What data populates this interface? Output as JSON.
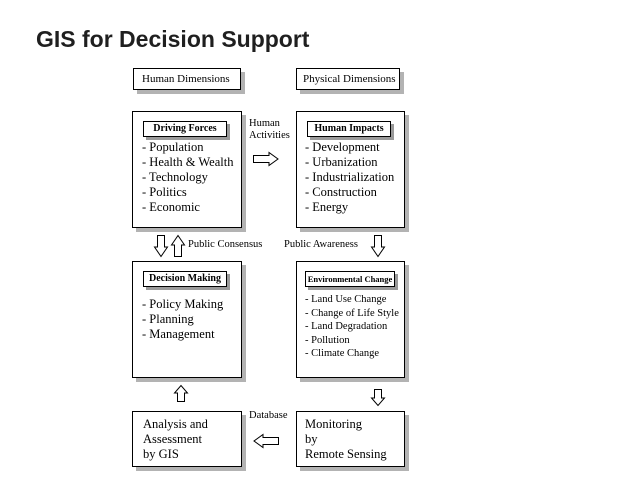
{
  "title": "GIS for Decision Support",
  "headers": {
    "human_dimensions": "Human Dimensions",
    "physical_dimensions": "Physical Dimensions"
  },
  "driving_forces": {
    "label": "Driving Forces",
    "items": [
      "- Population",
      "- Health & Wealth",
      "- Technology",
      "- Politics",
      "- Economic"
    ]
  },
  "human_impacts": {
    "label": "Human Impacts",
    "items": [
      "- Development",
      "- Urbanization",
      "- Industrialization",
      "- Construction",
      "- Energy"
    ]
  },
  "decision_making": {
    "label": "Decision Making",
    "items": [
      "- Policy Making",
      "- Planning",
      "- Management"
    ]
  },
  "environmental_change": {
    "label": "Environmental Change",
    "items": [
      "- Land Use Change",
      "- Change of Life Style",
      "- Land Degradation",
      "- Pollution",
      "- Climate Change"
    ]
  },
  "analysis": {
    "text": "Analysis and\nAssessment\nby GIS"
  },
  "monitoring": {
    "text": "Monitoring\nby\nRemote Sensing"
  },
  "connectors": {
    "human_activities": "Human\nActivities",
    "public_consensus": "Public Consensus",
    "public_awareness": "Public Awareness",
    "database": "Database"
  }
}
